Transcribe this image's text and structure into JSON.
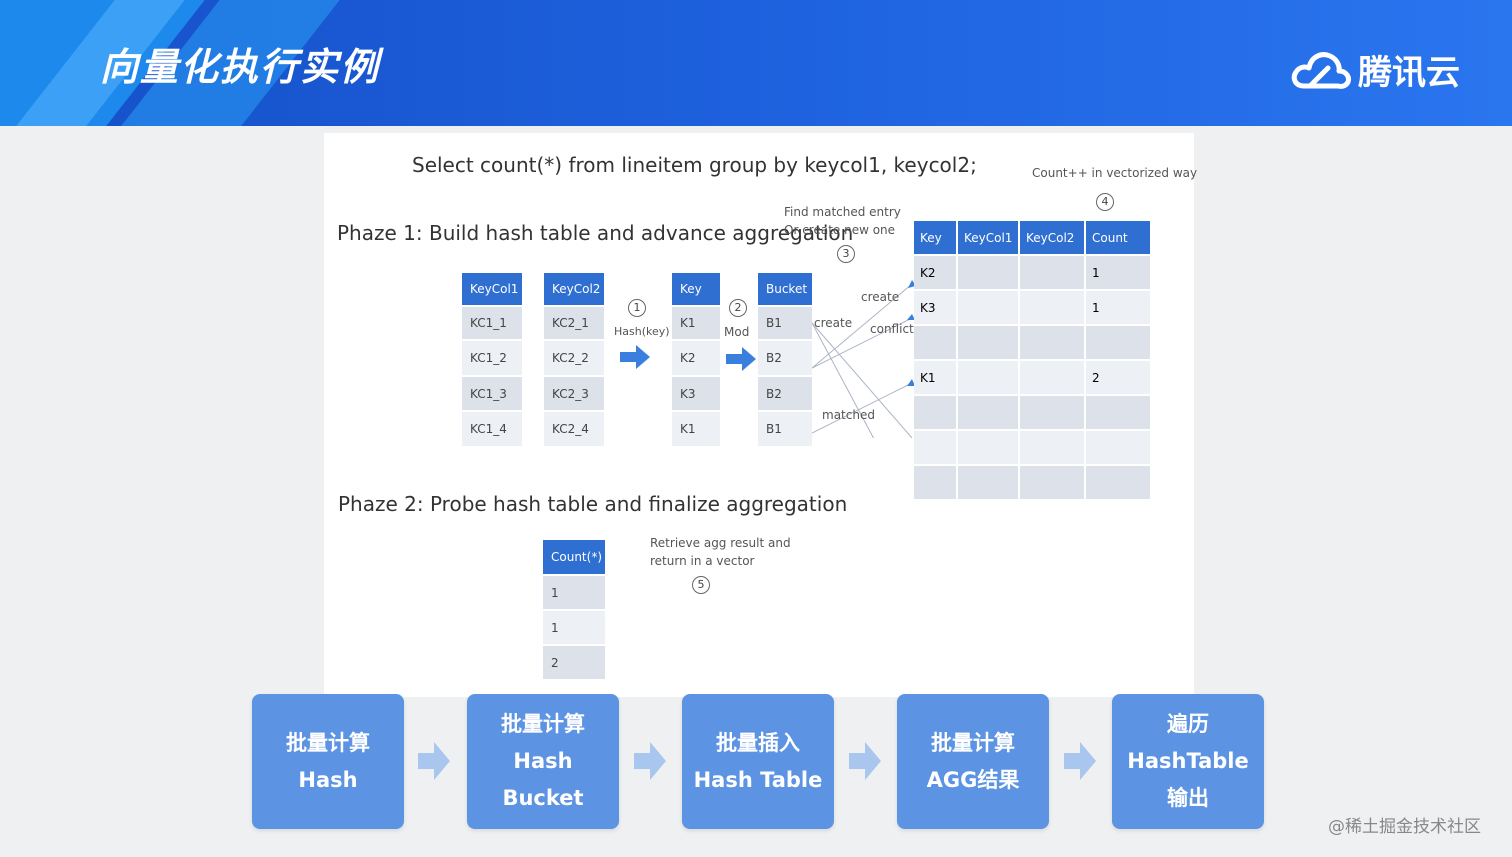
{
  "header": {
    "title": "向量化执行实例",
    "logo_text": "腾讯云"
  },
  "diagram": {
    "query": "Select count(*) from lineitem group by keycol1, keycol2;",
    "phase1": "Phaze 1: Build hash table and advance aggregation",
    "phase2": "Phaze 2: Probe hash table and finalize aggregation",
    "step1": "1",
    "step2": "2",
    "step3": "3",
    "step4": "4",
    "step5": "5",
    "hash_label": "Hash(key)",
    "mod_label": "Mod",
    "find_label1": "Find matched entry",
    "find_label2": "Or create new one",
    "count_label": "Count++ in vectorized way",
    "retrieve_label1": "Retrieve agg result and",
    "retrieve_label2": "return in a vector",
    "create_a": "create",
    "create_b": "create",
    "conflict": "conflict",
    "matched": "matched",
    "keycol1": {
      "header": "KeyCol1",
      "rows": [
        "KC1_1",
        "KC1_2",
        "KC1_3",
        "KC1_4"
      ]
    },
    "keycol2": {
      "header": "KeyCol2",
      "rows": [
        "KC2_1",
        "KC2_2",
        "KC2_3",
        "KC2_4"
      ]
    },
    "key": {
      "header": "Key",
      "rows": [
        "K1",
        "K2",
        "K3",
        "K1"
      ]
    },
    "bucket": {
      "header": "Bucket",
      "rows": [
        "B1",
        "B2",
        "B2",
        "B1"
      ]
    },
    "hashtable": {
      "headers": [
        "Key",
        "KeyCol1",
        "KeyCol2",
        "Count"
      ],
      "rows": [
        [
          "K2",
          "",
          "",
          "1"
        ],
        [
          "K3",
          "",
          "",
          "1"
        ],
        [
          "",
          "",
          "",
          ""
        ],
        [
          "K1",
          "",
          "",
          "2"
        ],
        [
          "",
          "",
          "",
          ""
        ],
        [
          "",
          "",
          "",
          ""
        ],
        [
          "",
          "",
          "",
          ""
        ]
      ]
    },
    "result": {
      "header": "Count(*)",
      "rows": [
        "1",
        "1",
        "2"
      ]
    }
  },
  "flow": [
    {
      "line1": "批量计算",
      "line2": "Hash",
      "line3": ""
    },
    {
      "line1": "批量计算",
      "line2": "Hash",
      "line3": "Bucket"
    },
    {
      "line1": "批量插入",
      "line2": "Hash Table",
      "line3": ""
    },
    {
      "line1": "批量计算",
      "line2": "AGG结果",
      "line3": ""
    },
    {
      "line1": "遍历",
      "line2": "HashTable",
      "line3": "输出"
    }
  ],
  "watermark": "@稀土掘金技术社区"
}
